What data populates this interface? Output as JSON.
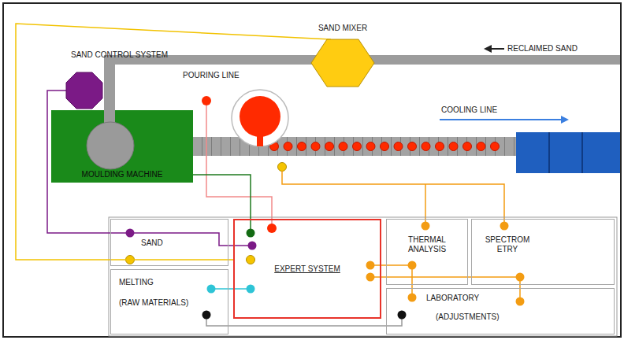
{
  "diagram": {
    "nodes": [
      {
        "text": [
          "SAND CONTROL SYSTEM"
        ]
      },
      {
        "text": [
          "SAND MIXER"
        ]
      },
      {
        "text": [
          "MOULDING MACHINE"
        ]
      },
      {
        "text": [
          "SAND"
        ]
      },
      {
        "text": [
          "EXPERT SYSTEM"
        ]
      },
      {
        "text": [
          "THERMAL ANALYSIS"
        ]
      },
      {
        "text": [
          "SPECTROM ETRY"
        ]
      },
      {
        "text": [
          "MELTING",
          "(RAW MATERIALS)"
        ]
      },
      {
        "text": [
          "LABORATORY",
          "(ADJUSTMENTS)"
        ]
      }
    ],
    "edges": [
      {
        "from": 0,
        "to": 3,
        "arrow": "none"
      },
      {
        "from": 3,
        "to": 4,
        "arrow": "none"
      },
      {
        "from": 1,
        "to": 4,
        "arrow": "none"
      },
      {
        "from": 2,
        "to": 4,
        "arrow": "none"
      },
      {
        "from": 7,
        "to": 4,
        "arrow": "none"
      },
      {
        "from": 4,
        "to": 5,
        "arrow": "none"
      },
      {
        "from": 4,
        "to": 6,
        "arrow": "none"
      },
      {
        "from": 5,
        "to": 8,
        "arrow": "none"
      },
      {
        "from": 6,
        "to": 8,
        "arrow": "none"
      },
      {
        "from": 7,
        "to": 8,
        "arrow": "none"
      }
    ],
    "labels": [
      "RECLAIMED SAND",
      "POURING LINE",
      "COOLING LINE"
    ]
  }
}
